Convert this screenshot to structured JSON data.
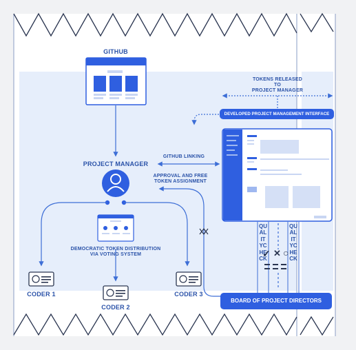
{
  "colors": {
    "page_bg": "#f1f2f4",
    "frame": "#ffffff",
    "panel_bg": "#e6eefb",
    "accent": "#2f5fe0",
    "line": "#3d6ed6",
    "text": "#2a52a8"
  },
  "nodes": {
    "github": {
      "label": "GITHUB",
      "icon": "browser-window-icon"
    },
    "project_manager": {
      "label": "PROJECT MANAGER",
      "icon": "user-avatar-icon"
    },
    "voting": {
      "label_line1": "DEMOCRATIC TOKEN DISTRIBUTION",
      "label_line2": "VIA VOTING SYSTEM",
      "icon": "voting-window-icon"
    },
    "coders": [
      {
        "label": "CODER 1",
        "icon": "id-card-icon"
      },
      {
        "label": "CODER 2",
        "icon": "id-card-icon"
      },
      {
        "label": "CODER 3",
        "icon": "id-card-icon"
      }
    ],
    "interface": {
      "label": "DEVELOPED PROJECT MANAGEMENT INTERFACE",
      "icon": "dashboard-window-icon"
    },
    "board": {
      "label": "BOARD OF PROJECT DIRECTORS"
    }
  },
  "edge_labels": {
    "tokens_released": [
      "TOKENS RELEASED",
      "TO",
      "PROJECT MANAGER"
    ],
    "github_linking": "GITHUB LINKING",
    "approval": [
      "APPROVAL AND FREE",
      "TOKEN ASSIGNMENT"
    ],
    "quality_check_left": "QUALITYCHECK",
    "quality_check_right": "QUALITYCHECK"
  },
  "symbols": {
    "check": "✓",
    "cross": "✕",
    "circle": "○"
  }
}
